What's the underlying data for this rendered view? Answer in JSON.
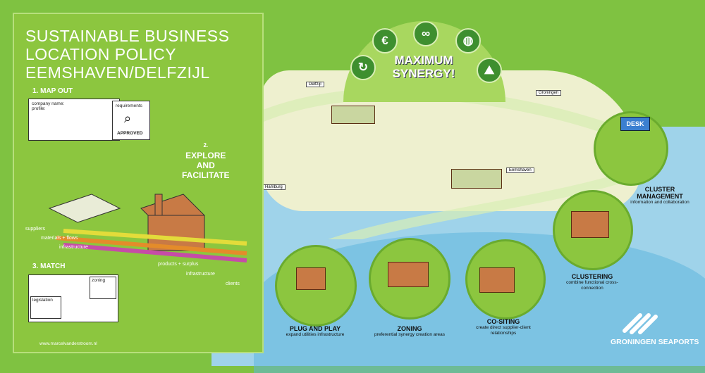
{
  "panel": {
    "title_lines": [
      "SUSTAINABLE BUSINESS",
      "LOCATION POLICY",
      "EEMSHAVEN/DELFZIJL"
    ],
    "step1": "1. MAP OUT",
    "step2_lines": [
      "2.",
      "EXPLORE",
      "AND",
      "FACILITATE"
    ],
    "step3": "3. MATCH",
    "card1": {
      "company_label": "company name: profile:",
      "requirements": "requirements",
      "approved": "APPROVED"
    },
    "card2": {
      "zoning": "zoning",
      "legislation": "legislation"
    },
    "flow_labels": [
      "suppliers",
      "materials + flows",
      "infrastructure",
      "products + surplus",
      "infrastructure",
      "clients"
    ],
    "credit": "www.marcelvanderstroom.nl"
  },
  "synergy": {
    "text_lines": [
      "MAXIMUM",
      "SYNERGY!"
    ],
    "icons": [
      "recycle-icon",
      "euro-icon",
      "footprint-icon",
      "globe-icon",
      "landscape-icon"
    ]
  },
  "map": {
    "towns": [
      "Delfzijl",
      "Groningen",
      "Eemshaven",
      "Hamburg"
    ]
  },
  "stages": [
    {
      "title": "PLUG AND PLAY",
      "desc": "expand utilities infrastructure"
    },
    {
      "title": "ZONING",
      "desc": "preferential synergy creation areas"
    },
    {
      "title": "CO-SITING",
      "desc": "create direct supplier-client relationships"
    },
    {
      "title": "CLUSTERING",
      "desc": "combine functional cross-connection"
    },
    {
      "title": "CLUSTER MANAGEMENT",
      "desc": "information and collaboration"
    }
  ],
  "desk_label": "DESK",
  "brand": {
    "name": "GRONINGEN SEAPORTS"
  },
  "colors": {
    "green": "#8cc63f",
    "dark_green": "#3e8f2f",
    "sea": "#9fd3ea",
    "land": "#eef0cf"
  }
}
